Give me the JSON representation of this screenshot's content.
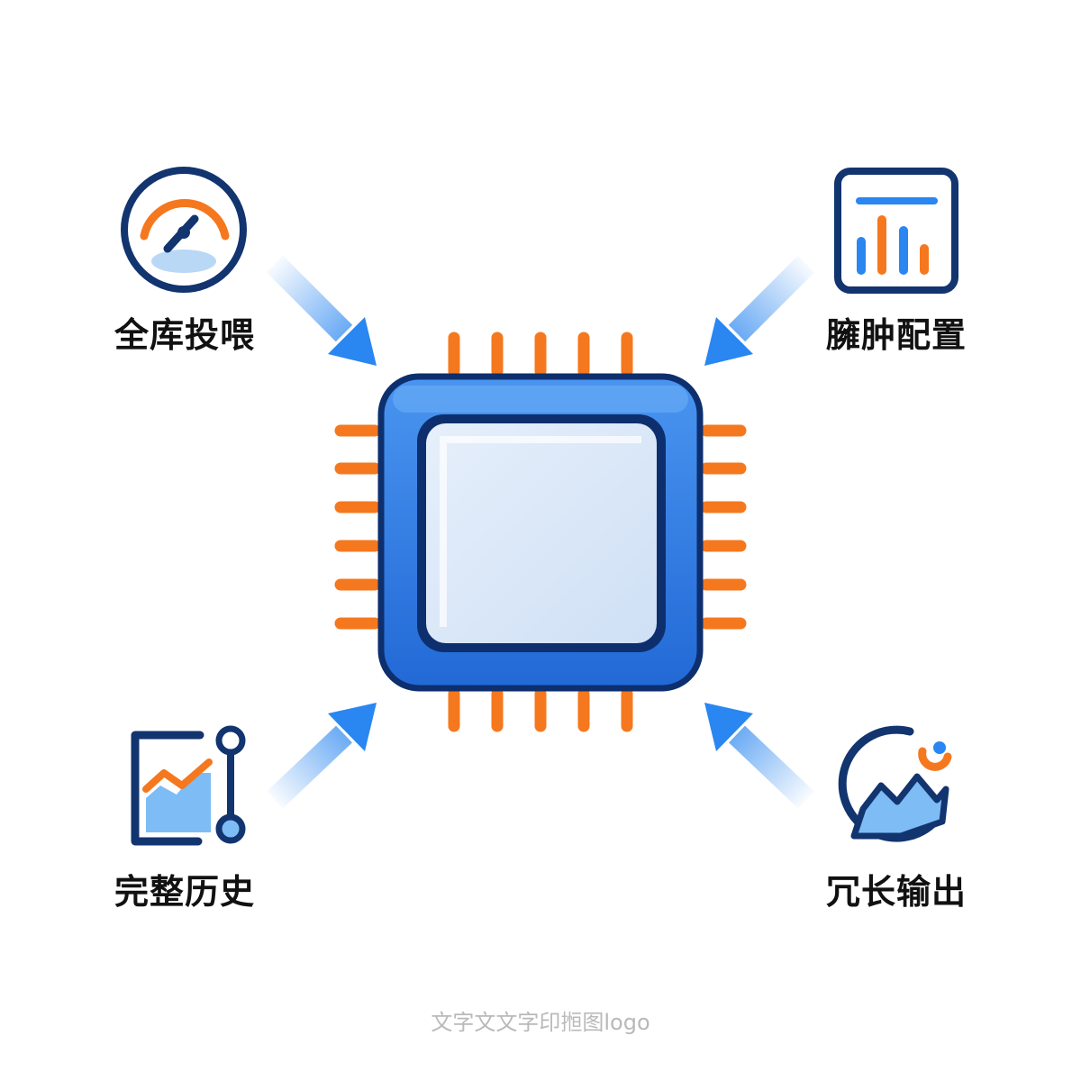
{
  "labels": {
    "top_left": "全库投喂",
    "top_right": "臃肿配置",
    "bottom_left": "完整历史",
    "bottom_right": "冗长输出"
  },
  "watermark": "文字文文字印搄图logo",
  "icons": {
    "center": "cpu-chip-icon",
    "top_left": "speedometer-icon",
    "top_right": "bar-chart-icon",
    "bottom_left": "line-chart-history-icon",
    "bottom_right": "landscape-chat-bubble-icon",
    "arrows": "arrow-icon"
  },
  "colors": {
    "chip_blue": "#2f7fe6",
    "chip_outline": "#0d2f6e",
    "chip_center": "#dce8f8",
    "pin_orange": "#f5781e",
    "arrow_blue": "#2a86f0",
    "icon_navy": "#12346f",
    "icon_light_blue": "#7dbcf5"
  }
}
